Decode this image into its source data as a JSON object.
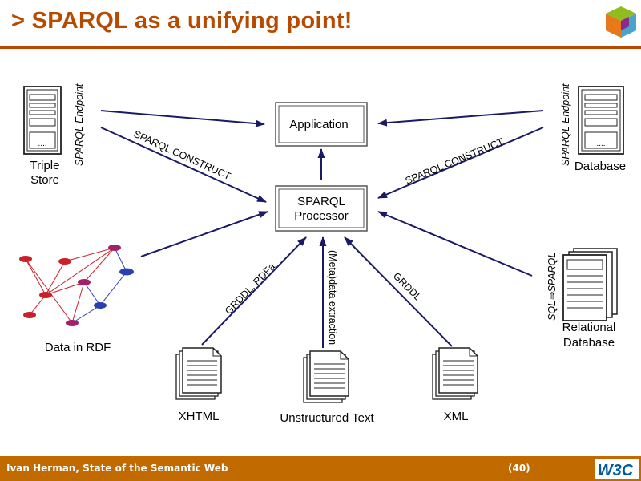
{
  "slide": {
    "title": "> SPARQL as a unifying point!",
    "footer_author": "Ivan Herman, State of the Semantic Web",
    "footer_page": "(40)",
    "w3c_logo_text": "W3C"
  },
  "diagram": {
    "application_label": "Application",
    "processor_line1": "SPARQL",
    "processor_line2": "Processor",
    "triple_store_line1": "Triple",
    "triple_store_line2": "Store",
    "triple_store_vertical": "SPARQL Endpoint",
    "database_label": "Database",
    "database_vertical": "SPARQL Endpoint",
    "rdf_label": "Data in RDF",
    "relational_line1": "Relational",
    "relational_line2": "Database",
    "relational_vertical": "SQL⇒SPARQL",
    "xhtml_label": "XHTML",
    "text_label": "Unstructured Text",
    "xml_label": "XML",
    "left_construct": "SPARQL CONSTRUCT",
    "right_construct": "SPARQL CONSTRUCT",
    "grddl_rdfa": "GRDDL, RDFa",
    "meta_extraction": "(Meta)data extraction",
    "grddl": "GRDDL"
  },
  "colors": {
    "title": "#b84a00",
    "footer": "#c06a00",
    "arrow": "#1a1a66",
    "rdf_red": "#cc1f2a",
    "rdf_blue": "#2b3fae"
  }
}
